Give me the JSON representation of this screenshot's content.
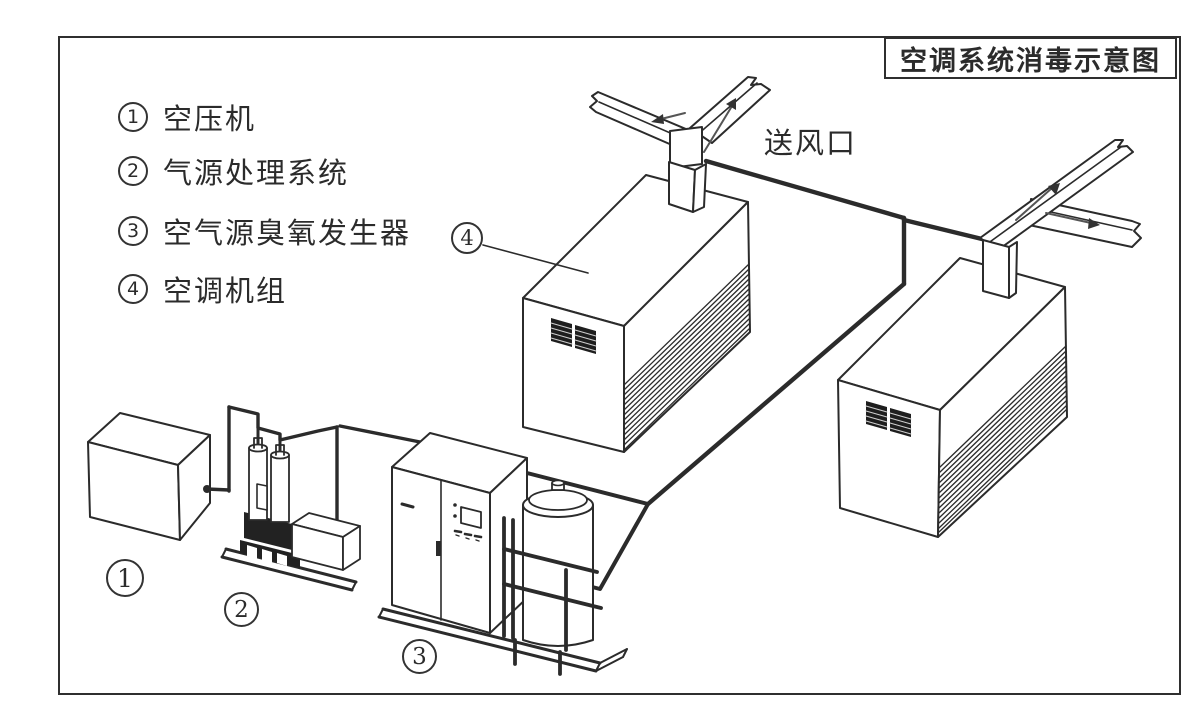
{
  "title": "空调系统消毒示意图",
  "legend": {
    "items": [
      {
        "num": "1",
        "label": "空压机"
      },
      {
        "num": "2",
        "label": "气源处理系统"
      },
      {
        "num": "3",
        "label": "空气源臭氧发生器"
      },
      {
        "num": "4",
        "label": "空调机组"
      }
    ]
  },
  "labels": {
    "air_supply_outlet": "送风口"
  },
  "callouts": {
    "compressor": "1",
    "gas_treatment": "2",
    "ozone_generator": "3",
    "ac_unit": "4"
  },
  "colors": {
    "line": "#2b2b2b",
    "background": "#ffffff"
  }
}
